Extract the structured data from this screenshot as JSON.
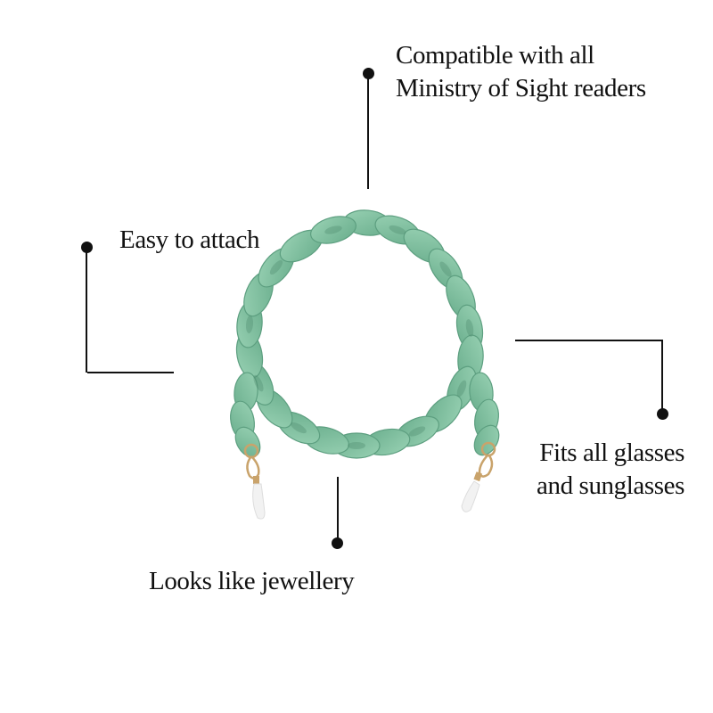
{
  "callouts": {
    "compatible": {
      "line1": "Compatible with all",
      "line2": "Ministry of Sight readers"
    },
    "easy_attach": {
      "text": "Easy to attach"
    },
    "fits_glasses": {
      "line1": "Fits all glasses",
      "line2": "and sunglasses"
    },
    "jewellery": {
      "text": "Looks like jewellery"
    }
  },
  "product": {
    "name": "chain-link glasses strap",
    "color": "#7dbf9e",
    "shade_color": "#5fa383",
    "hardware_color": "#c9a36b"
  },
  "colors": {
    "ink": "#111111",
    "background": "#ffffff"
  }
}
